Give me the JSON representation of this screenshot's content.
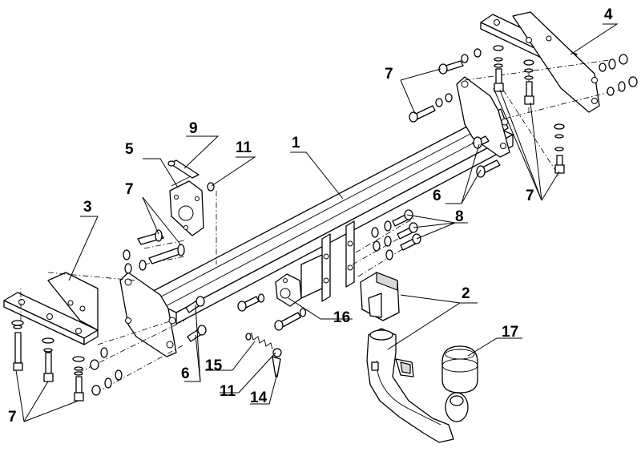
{
  "diagram": {
    "callouts": [
      {
        "id": "c1",
        "text": "1"
      },
      {
        "id": "c2",
        "text": "2"
      },
      {
        "id": "c3",
        "text": "3"
      },
      {
        "id": "c4",
        "text": "4"
      },
      {
        "id": "c5",
        "text": "5"
      },
      {
        "id": "c6a",
        "text": "6"
      },
      {
        "id": "c6b",
        "text": "6"
      },
      {
        "id": "c7a",
        "text": "7"
      },
      {
        "id": "c7b",
        "text": "7"
      },
      {
        "id": "c7c",
        "text": "7"
      },
      {
        "id": "c7d",
        "text": "7"
      },
      {
        "id": "c8",
        "text": "8"
      },
      {
        "id": "c9",
        "text": "9"
      },
      {
        "id": "c11a",
        "text": "11"
      },
      {
        "id": "c11b",
        "text": "11"
      },
      {
        "id": "c14",
        "text": "14"
      },
      {
        "id": "c15",
        "text": "15"
      },
      {
        "id": "c16",
        "text": "16"
      },
      {
        "id": "c17",
        "text": "17"
      }
    ]
  }
}
